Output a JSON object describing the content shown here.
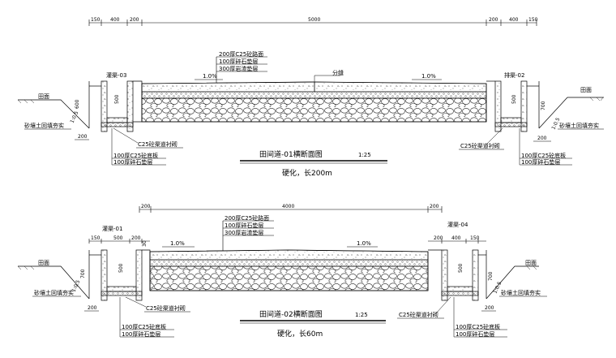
{
  "sections": [
    {
      "dims": {
        "d150a": "150",
        "d400a": "400",
        "d200a": "200",
        "main": "5000",
        "d200b": "200",
        "d400b": "400",
        "d150b": "150"
      },
      "layers": [
        "200厚C25砼路面",
        "100厚碎石垫层",
        "300厚岩渣垫层"
      ],
      "joint": "分缝",
      "slope_left": "1.0%",
      "slope_right": "1.0%",
      "left_channel": "灌渠-03",
      "right_channel": "排渠-02",
      "field_left": "田面",
      "field_right": "田面",
      "h_left_500": "500",
      "h_left_600": "600",
      "h_right_500": "500",
      "h_right_700": "700",
      "slope_ratio_left": "1:0.5",
      "slope_ratio_right": "1:0.5",
      "backfill_left": "砂壤土回填夯实",
      "backfill_right": "砂壤土回填夯实",
      "d200_left": "200",
      "d200_right": "200",
      "lining_left": "C25砼渠道衬砌",
      "lining_right": "C25砼渠道衬砌",
      "base_left": [
        "100厚C25砼底板",
        "100厚碎石垫层"
      ],
      "base_right": [
        "100厚C25砼底板",
        "100厚碎石垫层"
      ],
      "title": "田间道-01横断面图",
      "scale": "1:25",
      "subtitle": "硬化，长200m"
    },
    {
      "dims": {
        "d200a": "200",
        "main": "4000",
        "d200b": "200",
        "l150": "150",
        "l500": "500",
        "l200": "200",
        "r200": "200",
        "r400": "400",
        "r150": "150",
        "r30": "30"
      },
      "layers": [
        "200厚C25砼路面",
        "100厚碎石垫层",
        "300厚岩渣垫层"
      ],
      "slope_left": "1.0%",
      "slope_right": "1.0%",
      "left_channel": "灌渠-01",
      "right_channel": "灌渠-04",
      "field_left": "田面",
      "field_right": "田面",
      "h_left_500": "500",
      "h_left_700": "700",
      "h_right_500": "500",
      "h_right_700": "700",
      "slope_ratio_left": "1:0.5",
      "slope_ratio_right": "1:0.5",
      "backfill_left": "砂壤土回填夯实",
      "backfill_right": "砂壤土回填夯实",
      "d200_left": "200",
      "d200_right": "200",
      "lining_left": "C25砼渠道衬砌",
      "lining_right": "C25砼渠道衬砌",
      "base_left": [
        "100厚C25砼底板",
        "100厚碎石垫层"
      ],
      "base_right": [
        "100厚C25砼底板",
        "100厚碎石垫层"
      ],
      "title": "田间道-02横断面图",
      "scale": "1:25",
      "subtitle": "硬化，长60m"
    }
  ]
}
